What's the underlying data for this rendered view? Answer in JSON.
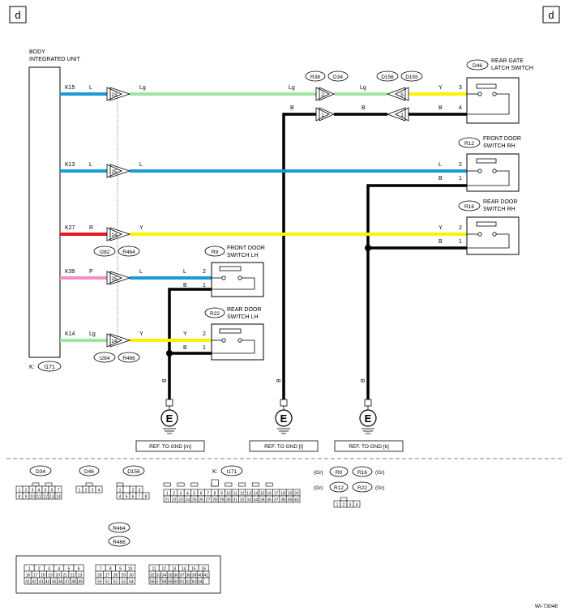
{
  "corner": {
    "left": "d",
    "right": "d"
  },
  "bcm": {
    "line1": "BODY",
    "line2": "INTEGRATED UNIT",
    "connector_prefix": "K:",
    "connector": "I171"
  },
  "pins": [
    {
      "id": "K15",
      "color": "L"
    },
    {
      "id": "K13",
      "color": "L"
    },
    {
      "id": "K27",
      "color": "R"
    },
    {
      "id": "K39",
      "color": "P"
    },
    {
      "id": "K14",
      "color": "Lg"
    }
  ],
  "joints": [
    "23",
    "25",
    "24",
    "25",
    "24"
  ],
  "joint_conns": {
    "upper_a": "I282",
    "upper_b": "R464",
    "lower_a": "I284",
    "lower_b": "R466"
  },
  "wire_labels": {
    "w1_after_joint": "Lg",
    "w1_before_d34": "Lg",
    "w1_between": "Lg",
    "w1_end": "Y",
    "w2_after_joint": "L",
    "w2_end": "L",
    "w3_after_joint": "Y",
    "w3_end": "Y",
    "w4_after_joint": "L",
    "w4_end": "L",
    "w5_after_joint": "Y",
    "w5_end": "Y",
    "b_top_left": "B",
    "b_top_mid": "B",
    "b_top_end": "B",
    "b_front_rh": "B",
    "b_rear_rh": "B",
    "b_front_lh": "B",
    "b_rear_lh": "B",
    "drop_1": "B",
    "drop_2": "B",
    "drop_3": "B"
  },
  "inline_conn": {
    "a1": "R38",
    "a2": "D34",
    "b1": "D156",
    "b2": "D155",
    "pin_a_top": "2",
    "pin_a_bot": "1",
    "pin_b_top": "5",
    "pin_b_bot": "1"
  },
  "switches": [
    {
      "conn": "D46",
      "line1": "REAR GATE",
      "line2": "LATCH SWITCH",
      "pin_top": "3",
      "pin_bot": "4"
    },
    {
      "conn": "R12",
      "line1": "FRONT DOOR",
      "line2": "SWITCH RH",
      "pin_top": "2",
      "pin_bot": "1"
    },
    {
      "conn": "R16",
      "line1": "REAR DOOR",
      "line2": "SWITCH RH",
      "pin_top": "2",
      "pin_bot": "1"
    },
    {
      "conn": "R9",
      "line1": "FRONT DOOR",
      "line2": "SWITCH LH",
      "pin_top": "2",
      "pin_bot": "1"
    },
    {
      "conn": "R22",
      "line1": "REAR DOOR",
      "line2": "SWITCH LH",
      "pin_top": "2",
      "pin_bot": "1"
    }
  ],
  "grounds": [
    {
      "symbol": "E",
      "ref": "REF. TO GND  [m]"
    },
    {
      "symbol": "E",
      "ref": "REF. TO GND  [l]"
    },
    {
      "symbol": "E",
      "ref": "REF. TO GND  [k]"
    }
  ],
  "legend": {
    "d34": "D34",
    "d46": "D46",
    "d156": "D156",
    "k_prefix": "K:",
    "i171": "I171",
    "r9": "R9",
    "r16": "R16",
    "r12": "R12",
    "r22": "R22",
    "gr1": "(Gr)",
    "gr2": "(Gr)",
    "gr3": "(Gr)",
    "gr4": "(Gr)",
    "r464": "R464",
    "r466": "R466"
  },
  "figure_id": "WI-73048",
  "colors": {
    "L": "#1a9ad6",
    "Lg": "#9fe6a0",
    "R": "#e8161b",
    "Y": "#fff200",
    "P": "#f08fc8",
    "B": "#000000"
  }
}
